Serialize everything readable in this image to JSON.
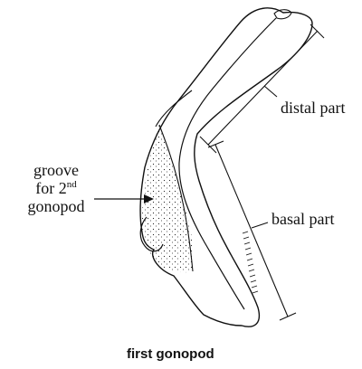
{
  "labels": {
    "groove_line1": "groove",
    "groove_line2_prefix": "for 2",
    "groove_line2_sup": "nd",
    "groove_line3": "gonopod",
    "distal": "distal part",
    "basal": "basal part"
  },
  "caption": "first gonopod"
}
